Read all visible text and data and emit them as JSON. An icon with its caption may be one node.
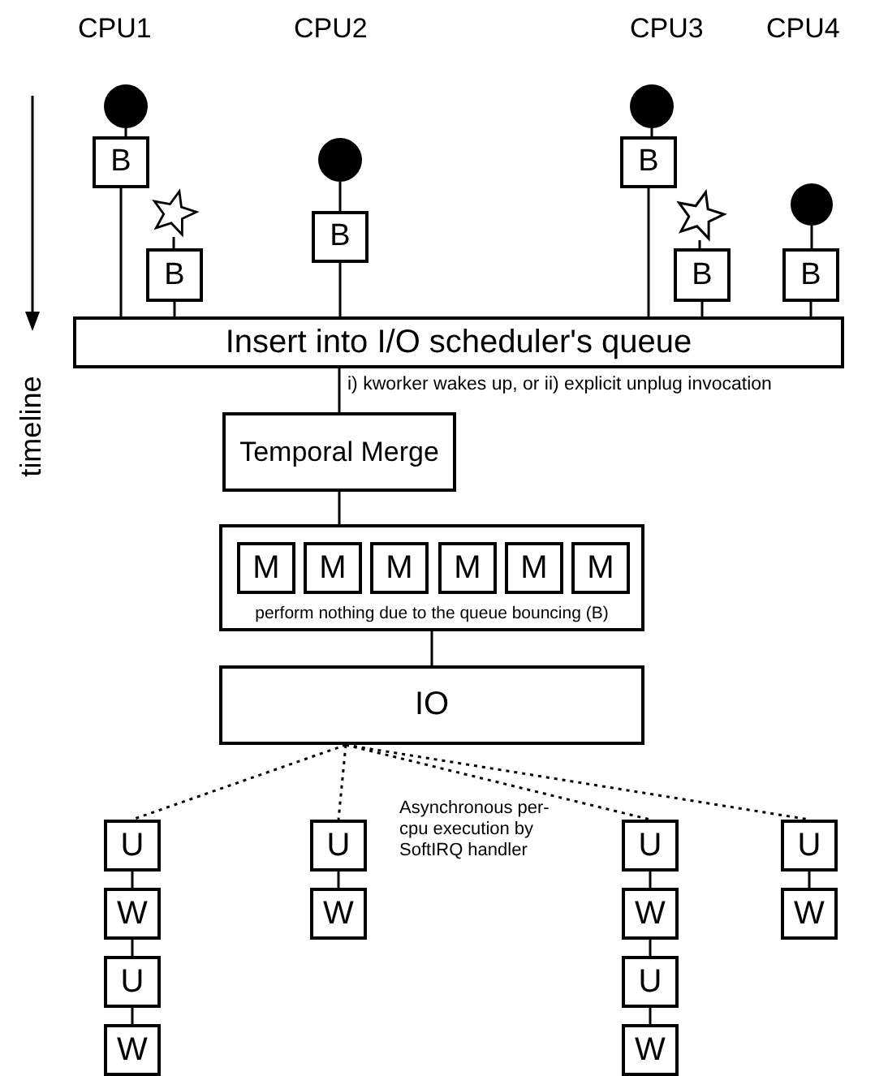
{
  "diagram": {
    "nodes": [
      {
        "text": [],
        "shape": "circle"
      },
      {
        "text": [
          "B"
        ]
      },
      {
        "text": [],
        "shape": "star"
      },
      {
        "text": [
          "B"
        ]
      },
      {
        "text": [],
        "shape": "circle"
      },
      {
        "text": [
          "B"
        ]
      },
      {
        "text": [],
        "shape": "circle"
      },
      {
        "text": [
          "B"
        ]
      },
      {
        "text": [],
        "shape": "star"
      },
      {
        "text": [
          "B"
        ]
      },
      {
        "text": [],
        "shape": "circle"
      },
      {
        "text": [
          "B"
        ]
      },
      {
        "text": [
          "Insert into I/O scheduler's queue"
        ]
      },
      {
        "text": [
          "Temporal Merge"
        ]
      },
      {
        "text": [
          "perform nothing due to the queue bouncing (B)"
        ]
      },
      {
        "text": [
          "M"
        ],
        "in": 14
      },
      {
        "text": [
          "M"
        ],
        "in": 14
      },
      {
        "text": [
          "M"
        ],
        "in": 14
      },
      {
        "text": [
          "M"
        ],
        "in": 14
      },
      {
        "text": [
          "M"
        ],
        "in": 14
      },
      {
        "text": [
          "M"
        ],
        "in": 14
      },
      {
        "text": [
          "IO"
        ]
      },
      {
        "text": [
          "U"
        ]
      },
      {
        "text": [
          "W"
        ]
      },
      {
        "text": [
          "U"
        ]
      },
      {
        "text": [
          "W"
        ]
      },
      {
        "text": [
          "U"
        ]
      },
      {
        "text": [
          "W"
        ]
      },
      {
        "text": [
          "U"
        ]
      },
      {
        "text": [
          "W"
        ]
      },
      {
        "text": [
          "U"
        ]
      },
      {
        "text": [
          "W"
        ]
      },
      {
        "text": [
          "U"
        ]
      },
      {
        "text": [
          "W"
        ]
      }
    ],
    "edges": [
      {
        "from": 0,
        "to": 1,
        "arrow": "none"
      },
      {
        "from": 2,
        "to": 3,
        "arrow": "none"
      },
      {
        "from": 4,
        "to": 5,
        "arrow": "none"
      },
      {
        "from": 6,
        "to": 7,
        "arrow": "none"
      },
      {
        "from": 8,
        "to": 9,
        "arrow": "none"
      },
      {
        "from": 10,
        "to": 11,
        "arrow": "none"
      },
      {
        "from": 1,
        "to": 12,
        "arrow": "none"
      },
      {
        "from": 3,
        "to": 12,
        "arrow": "none"
      },
      {
        "from": 5,
        "to": 12,
        "arrow": "none"
      },
      {
        "from": 7,
        "to": 12,
        "arrow": "none"
      },
      {
        "from": 9,
        "to": 12,
        "arrow": "none"
      },
      {
        "from": 11,
        "to": 12,
        "arrow": "none"
      },
      {
        "from": 12,
        "to": 13,
        "arrow": "none",
        "label": "i) kworker wakes up, or ii) explicit unplug invocation"
      },
      {
        "from": 13,
        "to": 14,
        "arrow": "none"
      },
      {
        "from": 14,
        "to": 21,
        "arrow": "none"
      },
      {
        "from": 21,
        "to": 22,
        "arrow": "none",
        "style": "dashed"
      },
      {
        "from": 21,
        "to": 26,
        "arrow": "none",
        "style": "dashed"
      },
      {
        "from": 21,
        "to": 28,
        "arrow": "none",
        "style": "dashed"
      },
      {
        "from": 21,
        "to": 32,
        "arrow": "none",
        "style": "dashed"
      },
      {
        "from": 22,
        "to": 23,
        "arrow": "none"
      },
      {
        "from": 23,
        "to": 24,
        "arrow": "none"
      },
      {
        "from": 24,
        "to": 25,
        "arrow": "none"
      },
      {
        "from": 26,
        "to": 27,
        "arrow": "none"
      },
      {
        "from": 28,
        "to": 29,
        "arrow": "none"
      },
      {
        "from": 29,
        "to": 30,
        "arrow": "none"
      },
      {
        "from": 30,
        "to": 31,
        "arrow": "none"
      },
      {
        "from": 32,
        "to": 33,
        "arrow": "none"
      }
    ],
    "labels": [
      "CPU1",
      "CPU2",
      "CPU3",
      "CPU4",
      "timeline",
      "Asynchronous per-cpu execution by SoftIRQ handler"
    ]
  }
}
